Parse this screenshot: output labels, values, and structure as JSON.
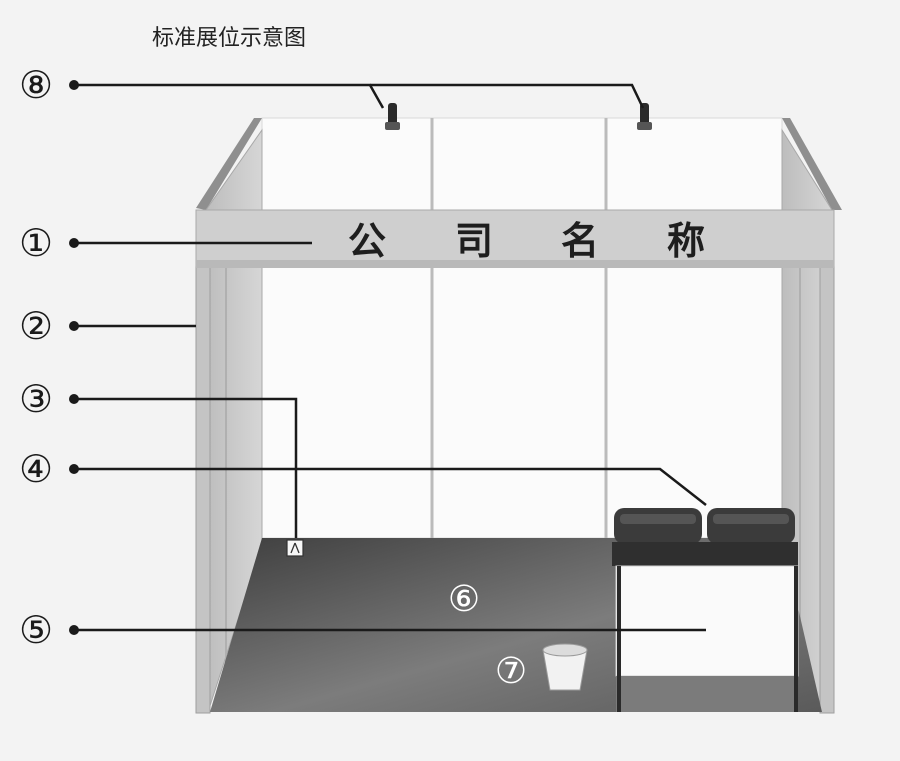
{
  "title": "标准展位示意图",
  "fascia_text": "公司名称",
  "fascia_chars": [
    "公",
    "司",
    "名",
    "称"
  ],
  "callouts": [
    "⑧",
    "①",
    "②",
    "③",
    "④",
    "⑤"
  ],
  "inline_labels": {
    "carpet": "⑥",
    "wastebasket": "⑦"
  },
  "colors": {
    "background": "#f3f3f3",
    "fascia": "#cfcfcf",
    "panel_side": "#c9c9c9",
    "panel_back": "#fbfbfb",
    "carpet": "#6a6a6a",
    "chair": "#3b3b3b",
    "leader": "#1a1a1a"
  }
}
